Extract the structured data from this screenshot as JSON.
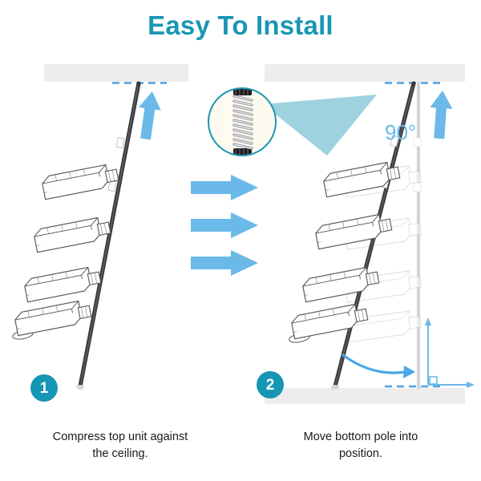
{
  "page": {
    "title": "Easy To Install",
    "background_color": "#ffffff",
    "accent_color": "#1a96b4",
    "arrow_color": "#6bb9e8",
    "cone_color": "#9ed2de",
    "pole_color": "#3a3a3f",
    "surface_color": "#ededed",
    "ghost_color": "#d8d8d8",
    "dash_color": "#4ba3e3"
  },
  "steps": [
    {
      "number": "1",
      "caption_line1": "Compress top unit against",
      "caption_line2": "the ceiling.",
      "icons": {
        "up_arrow": "up-arrow-icon",
        "ceiling_bar": "ceiling-surface",
        "pole": "tension-pole",
        "shelves": 4
      }
    },
    {
      "number": "2",
      "caption_line1": "Move bottom pole into",
      "caption_line2": "position.",
      "angle_label": "90°",
      "icons": {
        "up_arrow": "up-arrow-icon",
        "rotate_arrow": "curved-rotation-arrow",
        "ceiling_bar": "ceiling-surface",
        "floor_bar": "floor-surface",
        "pole": "tension-pole",
        "ghost_pole": "target-position-pole",
        "shelves": 4,
        "ghost_shelves": 4
      }
    }
  ],
  "middle": {
    "arrow_count": 3,
    "arrow_icon": "right-arrow-icon",
    "detail_callout": {
      "icon": "spring-detail-icon",
      "shape": "magnifier-circle",
      "cone": "callout-cone"
    }
  }
}
